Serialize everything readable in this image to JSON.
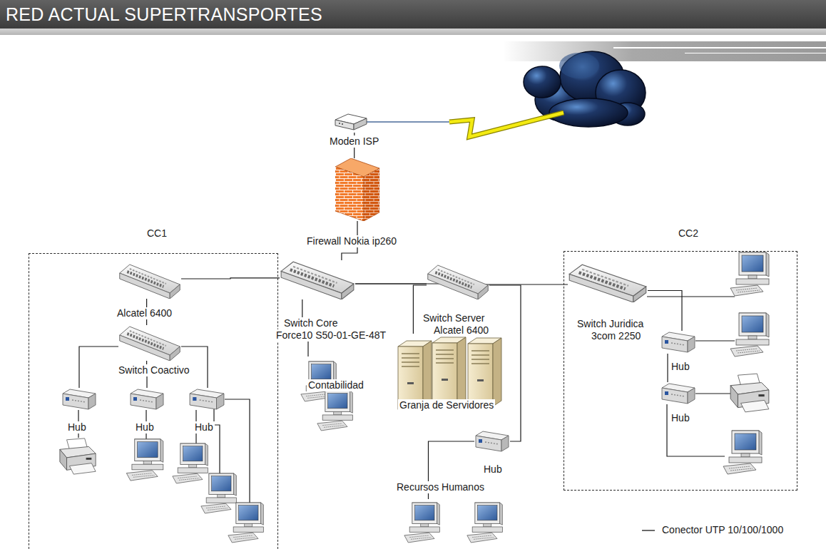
{
  "diagram": {
    "title": "RED ACTUAL SUPERTRANSPORTES",
    "nodes": [
      {
        "text": [
          "Moden ISP"
        ]
      },
      {
        "text": [
          "Firewall Nokia ip260"
        ]
      },
      {
        "text": [
          "CC1"
        ]
      },
      {
        "text": [
          "Alcatel 6400"
        ],
        "in": 2
      },
      {
        "text": [
          "Switch Coactivo"
        ],
        "in": 2
      },
      {
        "text": [
          "Hub"
        ],
        "in": 2
      },
      {
        "text": [
          "Hub"
        ],
        "in": 2
      },
      {
        "text": [
          "Hub"
        ],
        "in": 2
      },
      {
        "text": [
          "Switch Core",
          "Force10 S50-01-GE-48T"
        ]
      },
      {
        "text": [
          "Contabilidad"
        ]
      },
      {
        "text": [
          "Switch Server",
          "Alcatel 6400"
        ]
      },
      {
        "text": [
          "Granja de Servidores"
        ]
      },
      {
        "text": [
          "Hub"
        ]
      },
      {
        "text": [
          "Recursos Humanos"
        ]
      },
      {
        "text": [
          "CC2"
        ]
      },
      {
        "text": [
          "Switch Juridica",
          "3com 2250"
        ],
        "in": 14
      },
      {
        "text": [
          "Hub"
        ],
        "in": 14
      },
      {
        "text": [
          "Hub"
        ],
        "in": 14
      }
    ],
    "edges": [
      {
        "from": 0,
        "to": 1,
        "arrow": "none"
      },
      {
        "from": 1,
        "to": 8,
        "arrow": "none"
      },
      {
        "from": 8,
        "to": 3,
        "arrow": "none"
      },
      {
        "from": 3,
        "to": 4,
        "arrow": "none"
      },
      {
        "from": 4,
        "to": 5,
        "arrow": "none"
      },
      {
        "from": 4,
        "to": 6,
        "arrow": "none"
      },
      {
        "from": 4,
        "to": 7,
        "arrow": "none"
      },
      {
        "from": 8,
        "to": 9,
        "arrow": "none"
      },
      {
        "from": 8,
        "to": 10,
        "arrow": "none"
      },
      {
        "from": 10,
        "to": 11,
        "arrow": "none"
      },
      {
        "from": 10,
        "to": 12,
        "arrow": "none"
      },
      {
        "from": 12,
        "to": 13,
        "arrow": "none"
      },
      {
        "from": 8,
        "to": 15,
        "arrow": "none"
      },
      {
        "from": 15,
        "to": 16,
        "arrow": "none"
      },
      {
        "from": 16,
        "to": 17,
        "arrow": "none"
      }
    ],
    "legend": [
      {
        "text": "Conector UTP 10/100/1000"
      }
    ]
  }
}
